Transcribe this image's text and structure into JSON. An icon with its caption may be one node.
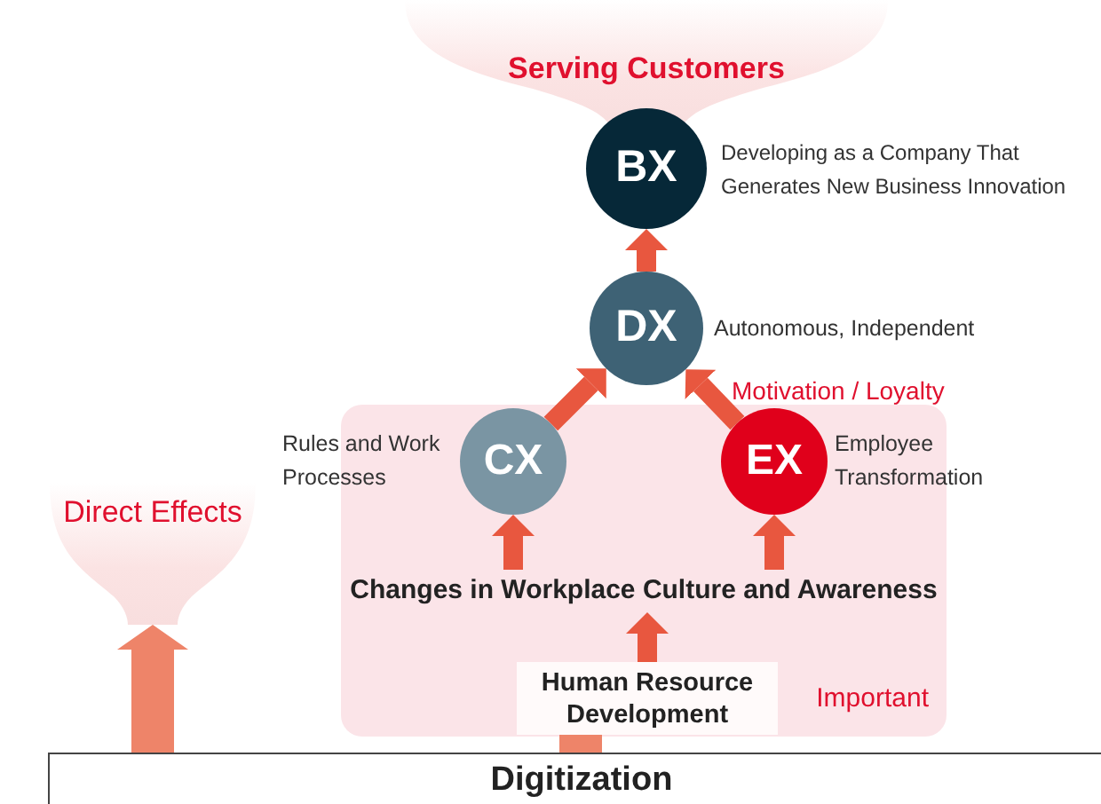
{
  "diagram": {
    "nodes": [
      {
        "text": [
          "Serving Customers"
        ]
      },
      {
        "text": [
          "BX"
        ],
        "beside": [
          "Developing as a Company That Generates New Business Innovation"
        ]
      },
      {
        "text": [
          "DX"
        ],
        "beside": [
          "Autonomous, Independent"
        ]
      },
      {
        "text": [
          "Important"
        ]
      },
      {
        "text": [
          "CX"
        ],
        "beside": [
          "Rules and Work Processes"
        ],
        "in": 3
      },
      {
        "text": [
          "EX"
        ],
        "beside": [
          "Employee Transformation"
        ],
        "in": 3
      },
      {
        "text": [
          "Changes in Workplace Culture and Awareness"
        ],
        "in": 3
      },
      {
        "text": [
          "Human Resource Development"
        ],
        "in": 3
      },
      {
        "text": [
          "Direct Effects"
        ]
      },
      {
        "text": [
          "Digitization"
        ]
      }
    ],
    "edges": [
      {
        "from": 2,
        "to": 1,
        "arrow": "to"
      },
      {
        "from": 4,
        "to": 2,
        "arrow": "to"
      },
      {
        "from": 5,
        "to": 2,
        "arrow": "to",
        "label": "Motivation / Loyalty"
      },
      {
        "from": 6,
        "to": 4,
        "arrow": "to"
      },
      {
        "from": 6,
        "to": 5,
        "arrow": "to"
      },
      {
        "from": 7,
        "to": 6,
        "arrow": "to"
      },
      {
        "from": 9,
        "to": 7,
        "arrow": "none",
        "style": "thick"
      },
      {
        "from": 9,
        "to": 8,
        "arrow": "to",
        "style": "thick"
      }
    ]
  }
}
